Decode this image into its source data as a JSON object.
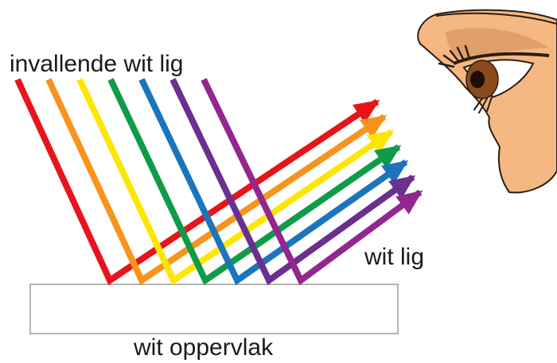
{
  "labels": {
    "incoming": "invallende wit lig",
    "reflected": "wit lig",
    "surface": "wit oppervlak"
  },
  "rays": [
    {
      "color": "#e8141b"
    },
    {
      "color": "#f7941d"
    },
    {
      "color": "#ffe600"
    },
    {
      "color": "#109b48"
    },
    {
      "color": "#1b75bb"
    },
    {
      "color": "#6a2f8f"
    },
    {
      "color": "#93278f"
    }
  ],
  "eye": {
    "skin": "#f5b882",
    "skin_dark": "#e0a06c",
    "iris": "#8b4a1c",
    "outline": "#2b1d12"
  },
  "surface": {
    "fill": "#ffffff",
    "stroke": "#9a9a9a"
  }
}
